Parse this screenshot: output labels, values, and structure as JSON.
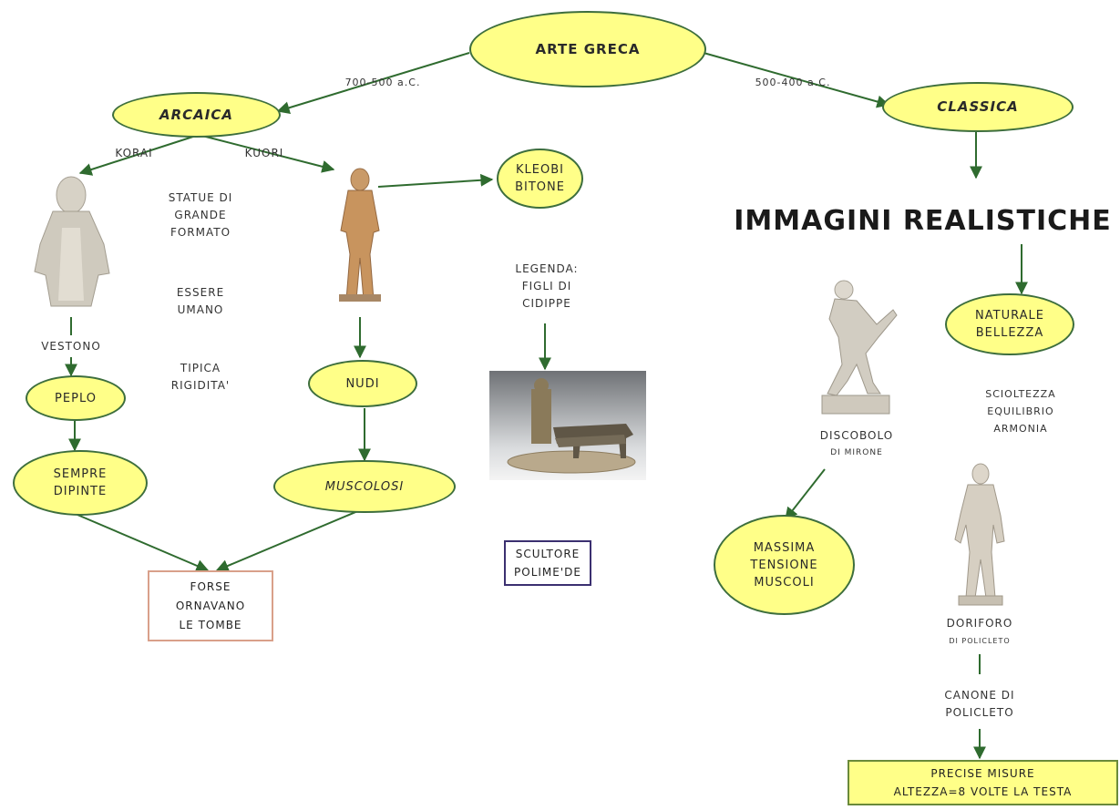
{
  "root": {
    "label": "ARTE GRECA"
  },
  "periods": {
    "archaic": {
      "label": "ARCAICA",
      "dates": "700-500 a.C."
    },
    "classic": {
      "label": "CLASSICA",
      "dates": "500-400 a.C."
    }
  },
  "archaic": {
    "korai_label": "KORAI",
    "kuori_label": "KUORI",
    "features": {
      "format": "STATUE DI\nGRANDE\nFORMATO",
      "human": "ESSERE\nUMANO",
      "rigidity": "TIPICA\nRIGIDITA'"
    },
    "korai_branch": {
      "vestono": "VESTONO",
      "peplo": "PEPLO",
      "dipinte": "SEMPRE\nDIPINTE"
    },
    "kuori_branch": {
      "nudi": "NUDI",
      "muscolosi": "MUSCOLOSI",
      "kleobi": "KLEOBI\nBITONE"
    },
    "legenda": "LEGENDA:\nFIGLI DI\nCIDIPPE",
    "scultore": "SCULTORE\nPOLIME'DE",
    "tombe": "FORSE\nORNAVANO\nLE TOMBE"
  },
  "classic": {
    "headline": "IMMAGINI REALISTICHE",
    "bellezza": "NATURALE\nBELLEZZA",
    "qualities": "SCIOLTEZZA\nEQUILIBRIO\nARMONIA",
    "discobolo": {
      "name": "DISCOBOLO",
      "author": "DI MIRONE"
    },
    "tensione": "MASSIMA\nTENSIONE\nMUSCOLI",
    "doriforo": {
      "name": "DORIFORO",
      "author": "DI POLICLETO"
    },
    "canone": "CANONE DI\nPOLICLETO",
    "misure": "PRECISE MISURE\nALTEZZA=8 VOLTE LA TESTA"
  },
  "colors": {
    "node_fill": "#ffff88",
    "node_border": "#3d6e3d",
    "arrow": "#2f6b2f",
    "statue": "#d8c2a0"
  }
}
